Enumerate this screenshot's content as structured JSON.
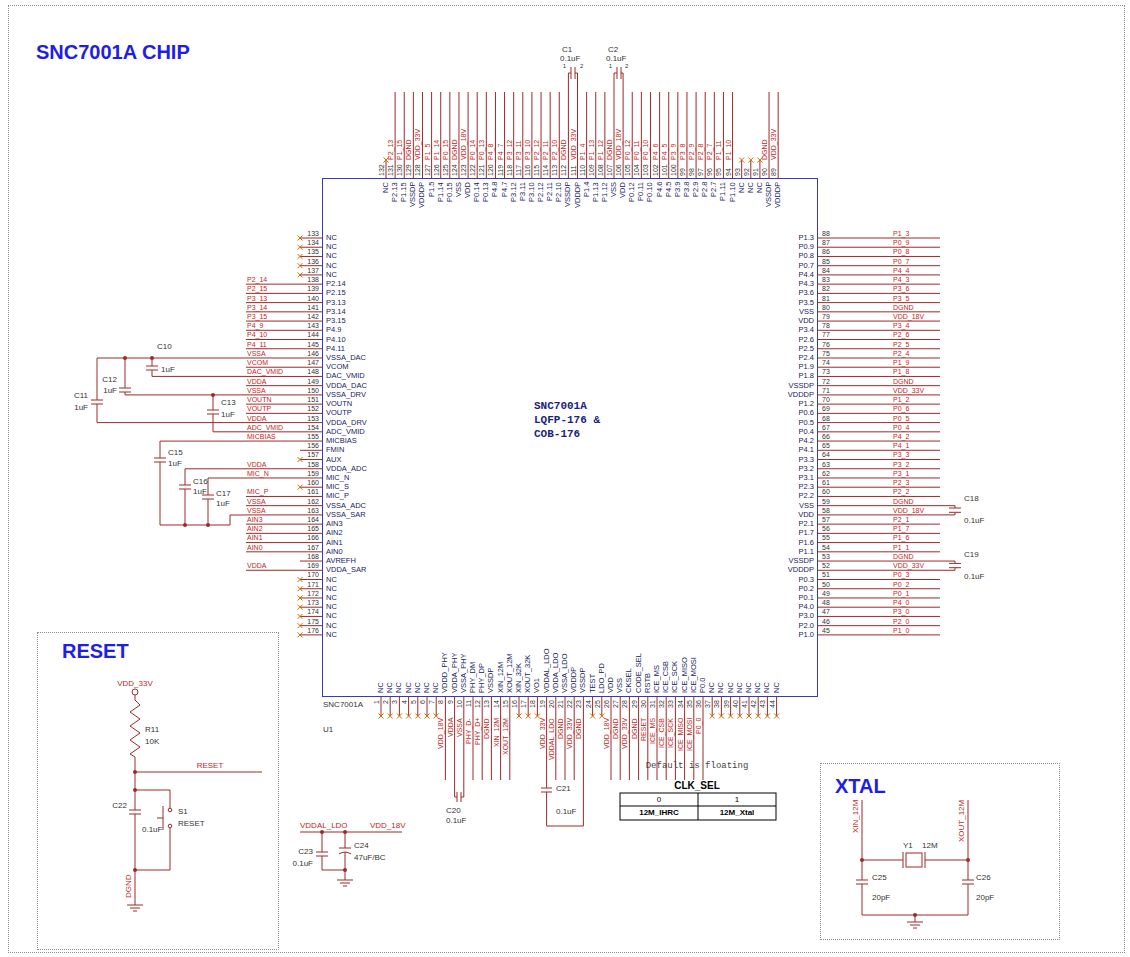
{
  "diagram": {
    "nodes": [
      {
        "text": [
          "SNC7001A CHIP"
        ]
      },
      {
        "text": [
          "SNC7001A LQFP-176 & COB-176"
        ],
        "in": 0
      },
      {
        "text": [
          "RESET"
        ],
        "in": 0
      },
      {
        "text": [
          "XTAL"
        ],
        "in": 0
      }
    ],
    "labels": [
      "133",
      "134",
      "135",
      "136",
      "137",
      "138",
      "139",
      "140",
      "141",
      "142",
      "143",
      "144",
      "145",
      "146",
      "147",
      "148",
      "149",
      "150",
      "151",
      "152",
      "153",
      "154",
      "155",
      "156",
      "157",
      "158",
      "159",
      "160",
      "161",
      "162",
      "163",
      "164",
      "165",
      "166",
      "167",
      "168",
      "169",
      "170",
      "171",
      "172",
      "173",
      "174",
      "175",
      "176",
      "NC",
      "NC",
      "NC",
      "NC",
      "NC",
      "P2.14",
      "P2.15",
      "P3.13",
      "P3.14",
      "P3.15",
      "P4.9",
      "P4.10",
      "P4.11",
      "VSSA_DAC",
      "VCOM",
      "DAC_VMID",
      "VDDA_DAC",
      "VSSA_DRV",
      "VOUTN",
      "VOUTP",
      "VDDA_DRV",
      "ADC_VMID",
      "MICBIAS",
      "FMIN",
      "AUX",
      "VDDA_ADC",
      "MIC_N",
      "MIC_S",
      "MIC_P",
      "VSSA_ADC",
      "VSSA_SAR",
      "AIN3",
      "AIN2",
      "AIN1",
      "AIN0",
      "AVREFH",
      "VDDA_SAR",
      "NC",
      "NC",
      "NC",
      "NC",
      "NC",
      "NC",
      "NC",
      "P2_14",
      "P2_15",
      "P3_13",
      "P3_14",
      "P3_15",
      "P4_9",
      "P4_10",
      "P4_11",
      "VSSA",
      "VCOM",
      "DAC_VMID",
      "VDDA",
      "VSSA",
      "VOUTN",
      "VOUTP",
      "VDDA",
      "ADC_VMID",
      "MICBIAS",
      "VDDA",
      "MIC_N",
      "MIC_P",
      "VSSA",
      "VSSA",
      "AIN3",
      "AIN2",
      "AIN1",
      "AIN0",
      "VDDA",
      "132",
      "131",
      "130",
      "129",
      "128",
      "127",
      "126",
      "125",
      "124",
      "123",
      "122",
      "121",
      "120",
      "119",
      "118",
      "117",
      "116",
      "115",
      "114",
      "113",
      "112",
      "111",
      "110",
      "109",
      "108",
      "107",
      "106",
      "105",
      "104",
      "103",
      "102",
      "101",
      "100",
      "99",
      "98",
      "97",
      "96",
      "95",
      "94",
      "93",
      "92",
      "91",
      "90",
      "89",
      "NC",
      "P2.13",
      "P1.15",
      "VSSDP",
      "VDDDP",
      "P1.5",
      "P1.14",
      "P0.15",
      "VSS",
      "VDD",
      "P0.14",
      "P0.13",
      "P4.8",
      "P4.7",
      "P3.12",
      "P3.11",
      "P3.10",
      "P2.12",
      "P2.11",
      "P2.10",
      "VSSDP",
      "VDDDP",
      "P1.4",
      "P1.13",
      "P1.12",
      "VSS",
      "VDD",
      "P0.12",
      "P0.11",
      "P0.10",
      "P4.6",
      "P4.5",
      "P3.9",
      "P3.8",
      "P2.9",
      "P2.8",
      "P2.7",
      "P1.11",
      "P1.10",
      "NC",
      "NC",
      "NC",
      "VSSDP",
      "VDDDP",
      "P2_13",
      "P1_15",
      "DGND",
      "VDD_33V",
      "P1_5",
      "P1_14",
      "P0_15",
      "DGND",
      "VDD_18V",
      "P0_14",
      "P0_13",
      "P4_8",
      "P4_7",
      "P3_12",
      "P3_11",
      "P3_10",
      "P2_12",
      "P2_11",
      "P2_10",
      "DGND",
      "VDD_33V",
      "P1_4",
      "P1_13",
      "P1_12",
      "DGND",
      "VDD_18V",
      "P0_12",
      "P0_11",
      "P0_10",
      "P4_6",
      "P4_5",
      "P3_9",
      "P3_8",
      "P2_9",
      "P2_8",
      "P2_7",
      "P1_11",
      "P1_10",
      "DGND",
      "VDD_33V",
      "88",
      "87",
      "86",
      "85",
      "84",
      "83",
      "82",
      "81",
      "80",
      "79",
      "78",
      "77",
      "76",
      "75",
      "74",
      "73",
      "72",
      "71",
      "70",
      "69",
      "68",
      "67",
      "66",
      "65",
      "64",
      "63",
      "62",
      "61",
      "60",
      "59",
      "58",
      "57",
      "56",
      "55",
      "54",
      "53",
      "52",
      "51",
      "50",
      "49",
      "48",
      "47",
      "46",
      "45",
      "P1.3",
      "P0.9",
      "P0.8",
      "P0.7",
      "P4.4",
      "P4.3",
      "P3.6",
      "P3.5",
      "VSS",
      "VDD",
      "P3.4",
      "P2.6",
      "P2.5",
      "P2.4",
      "P1.9",
      "P1.8",
      "VSSDP",
      "VDDDP",
      "P1.2",
      "P0.6",
      "P0.5",
      "P0.4",
      "P4.2",
      "P4.1",
      "P3.3",
      "P3.2",
      "P3.1",
      "P2.3",
      "P2.2",
      "VSS",
      "VDD",
      "P2.1",
      "P1.7",
      "P1.6",
      "P1.1",
      "VSSDP",
      "VDDDP",
      "P0.3",
      "P0.2",
      "P0.1",
      "P4.0",
      "P3.0",
      "P2.0",
      "P1.0",
      "P1_3",
      "P0_9",
      "P0_8",
      "P0_7",
      "P4_4",
      "P4_3",
      "P3_6",
      "P3_5",
      "DGND",
      "VDD_18V",
      "P3_4",
      "P2_6",
      "P2_5",
      "P2_4",
      "P1_9",
      "P1_8",
      "DGND",
      "VDD_33V",
      "P1_2",
      "P0_6",
      "P0_5",
      "P0_4",
      "P4_2",
      "P4_1",
      "P3_3",
      "P3_2",
      "P3_1",
      "P2_3",
      "P2_2",
      "DGND",
      "VDD_18V",
      "P2_1",
      "P1_7",
      "P1_6",
      "P1_1",
      "DGND",
      "VDD_33V",
      "P0_3",
      "P0_2",
      "P0_1",
      "P4_0",
      "P3_0",
      "P2_0",
      "P1_0",
      "1",
      "2",
      "3",
      "4",
      "5",
      "6",
      "7",
      "8",
      "9",
      "10",
      "11",
      "12",
      "13",
      "14",
      "15",
      "16",
      "17",
      "18",
      "19",
      "20",
      "21",
      "22",
      "23",
      "24",
      "25",
      "26",
      "27",
      "28",
      "29",
      "30",
      "31",
      "32",
      "33",
      "34",
      "35",
      "36",
      "37",
      "38",
      "39",
      "40",
      "41",
      "42",
      "43",
      "44",
      "NC",
      "NC",
      "NC",
      "NC",
      "NC",
      "NC",
      "NC",
      "VDDD_PHY",
      "VDDA_PHY",
      "VSSA_PHY",
      "PHY_DM",
      "PHY_DP",
      "VSSDP",
      "XIN_12M",
      "XOUT_12M",
      "XIN_32K",
      "XOUT_32K",
      "VO1",
      "VDDAL_LDO",
      "VDDA_LDO",
      "VSSA_LDO",
      "VDDDP",
      "VSSDP",
      "TEST",
      "LDO_PD",
      "VDD",
      "VSS",
      "CKSEL",
      "CODE_SEL",
      "RSTB",
      "ICE_MS",
      "ICE_CSB",
      "ICE_SCK",
      "ICE_MISO",
      "ICE_MOSI",
      "P0.0",
      "NC",
      "NC",
      "NC",
      "NC",
      "NC",
      "NC",
      "NC",
      "NC",
      "VDD_18V",
      "VDDA",
      "VSSA",
      "PHY_D-",
      "PHY_D+",
      "DGND",
      "XIN_12M",
      "XOUT_12M",
      "VDD_33V",
      "VDDAL_LDO",
      "DGND",
      "VDD_33V",
      "DGND",
      "VDD_18V",
      "DGND",
      "VDD_33V",
      "DGND",
      "RESET",
      "ICE_MS",
      "ICE_CSB",
      "ICE_SCK",
      "ICE_MISO",
      "ICE_MOSI",
      "P0_0",
      "C1",
      "0.1uF",
      "1",
      "2",
      "C2",
      "0.1uF",
      "1",
      "2",
      "C10",
      "1uF",
      "C11",
      "1uF",
      "C12",
      "1uF",
      "C13",
      "1uF",
      "C15",
      "1uF",
      "C16",
      "1uF",
      "C17",
      "1uF",
      "C18",
      "0.1uF",
      "C19",
      "0.1uF",
      "SNC7001A",
      "U1",
      "C20",
      "0.1uF",
      "C21",
      "0.1uF",
      "Default is floating",
      "CLK_SEL",
      "0",
      "1",
      "12M_IHRC",
      "12M_Xtal",
      "VDD_33V",
      "R11",
      "10K",
      "RESET",
      "C22",
      "0.1uF",
      "S1",
      "RESET",
      "DGND",
      "VDDAL_LDO",
      "VDD_18V",
      "C23",
      "0.1uF",
      "C24",
      "47uF/BC",
      "XIN_12M",
      "XOUT_12M",
      "Y1",
      "12M",
      "C25",
      "20pF",
      "C26",
      "20pF"
    ]
  }
}
